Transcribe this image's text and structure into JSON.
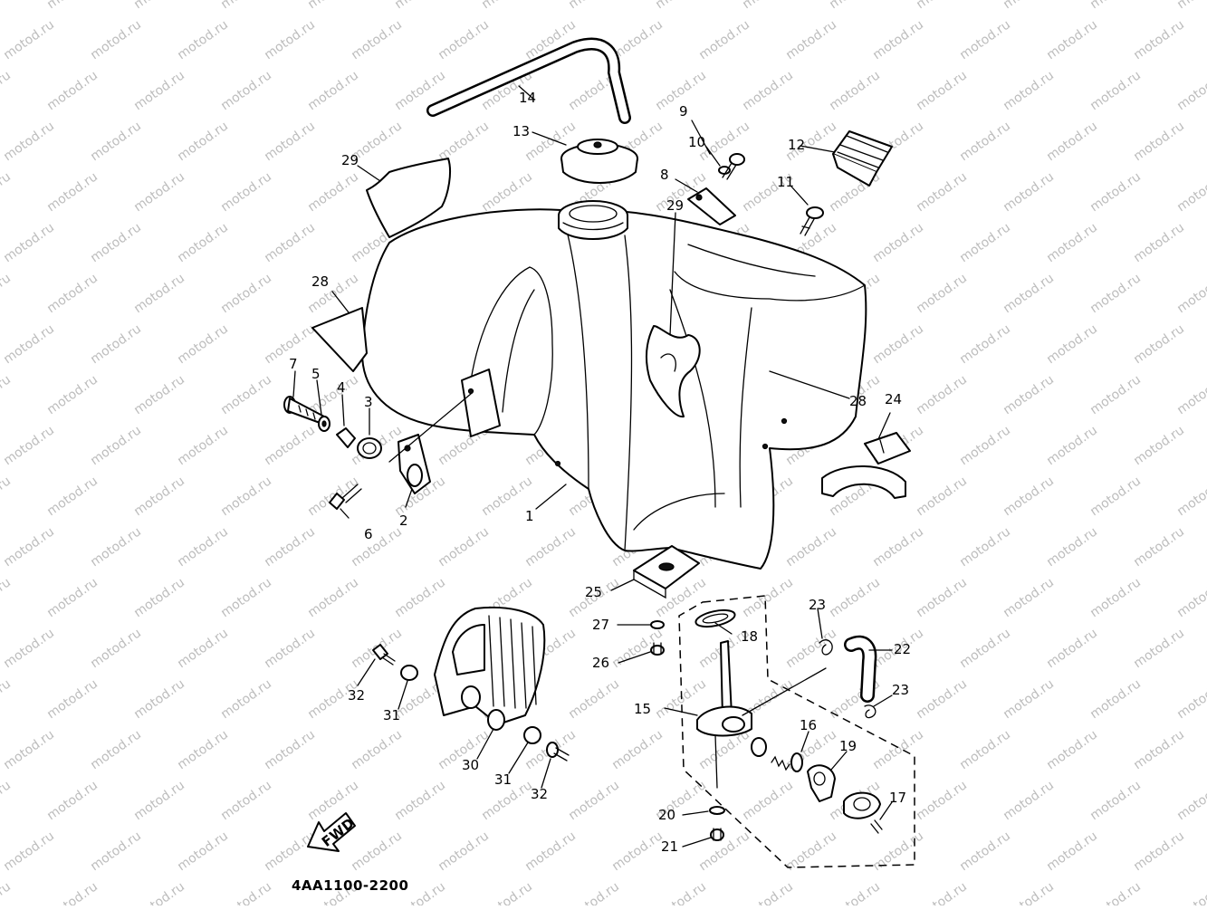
{
  "diagram": {
    "drawing_code": "4AA1100-2200",
    "fwd_label": "FWD",
    "watermark": "motod.ru",
    "callouts": [
      "1",
      "2",
      "3",
      "4",
      "5",
      "6",
      "7",
      "8",
      "9",
      "10",
      "11",
      "12",
      "13",
      "14",
      "15",
      "16",
      "17",
      "18",
      "19",
      "20",
      "21",
      "22",
      "23",
      "23",
      "24",
      "25",
      "26",
      "27",
      "28",
      "28",
      "29",
      "29",
      "30",
      "31",
      "31",
      "32",
      "32"
    ]
  }
}
